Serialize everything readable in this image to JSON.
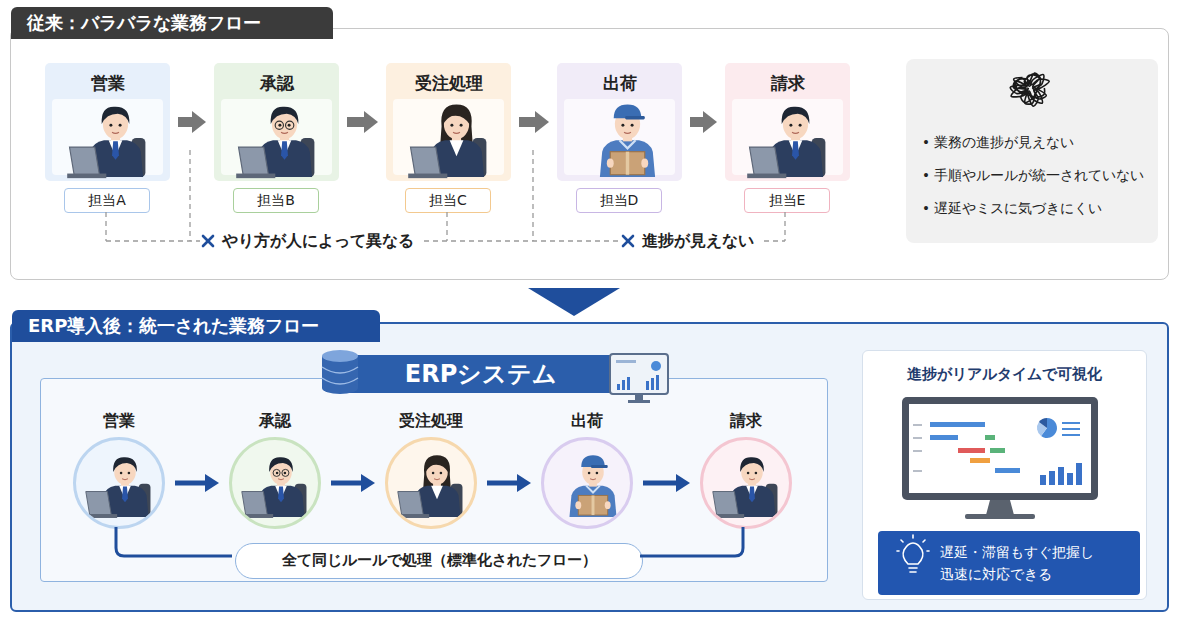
{
  "diagram": {
    "nodes": [
      {
        "text": [
          "従来：バラバラな業務フロー"
        ]
      },
      {
        "text": [
          "営業"
        ],
        "in": 0
      },
      {
        "text": [
          "担当A"
        ],
        "in": 0
      },
      {
        "text": [
          "承認"
        ],
        "in": 0
      },
      {
        "text": [
          "担当B"
        ],
        "in": 0
      },
      {
        "text": [
          "受注処理"
        ],
        "in": 0
      },
      {
        "text": [
          "担当C"
        ],
        "in": 0
      },
      {
        "text": [
          "出荷"
        ],
        "in": 0
      },
      {
        "text": [
          "担当D"
        ],
        "in": 0
      },
      {
        "text": [
          "請求"
        ],
        "in": 0
      },
      {
        "text": [
          "担当E"
        ],
        "in": 0
      },
      {
        "text": [
          "• 業務の進捗が見えない",
          "• 手順やルールが統一されていない",
          "• 遅延やミスに気づきにくい"
        ],
        "in": 0
      },
      {
        "text": [
          "ERP導入後：統一された業務フロー"
        ]
      },
      {
        "text": [
          "ERPシステム"
        ],
        "in": 12
      },
      {
        "text": [
          "営業"
        ],
        "in": 13
      },
      {
        "text": [
          "承認"
        ],
        "in": 13
      },
      {
        "text": [
          "受注処理"
        ],
        "in": 13
      },
      {
        "text": [
          "出荷"
        ],
        "in": 13
      },
      {
        "text": [
          "請求"
        ],
        "in": 13
      },
      {
        "text": [
          "全て同じルールで処理（標準化されたフロー）"
        ],
        "in": 13
      },
      {
        "text": [
          "進捗がリアルタイムで可視化"
        ],
        "in": 12
      },
      {
        "text": [
          "遅延・滞留もすぐ把握し 迅速に対応できる"
        ],
        "in": 20
      }
    ],
    "edges": [
      {
        "from": 1,
        "to": 3,
        "arrow": "to"
      },
      {
        "from": 3,
        "to": 5,
        "arrow": "to"
      },
      {
        "from": 5,
        "to": 7,
        "arrow": "to"
      },
      {
        "from": 7,
        "to": 9,
        "arrow": "to"
      },
      {
        "from": 0,
        "to": 12,
        "arrow": "to"
      },
      {
        "from": 14,
        "to": 15,
        "arrow": "to"
      },
      {
        "from": 15,
        "to": 16,
        "arrow": "to"
      },
      {
        "from": 16,
        "to": 17,
        "arrow": "to"
      },
      {
        "from": 17,
        "to": 18,
        "arrow": "to"
      }
    ],
    "labels": [
      "やり方が人によって異なる",
      "進捗が見えない"
    ]
  }
}
